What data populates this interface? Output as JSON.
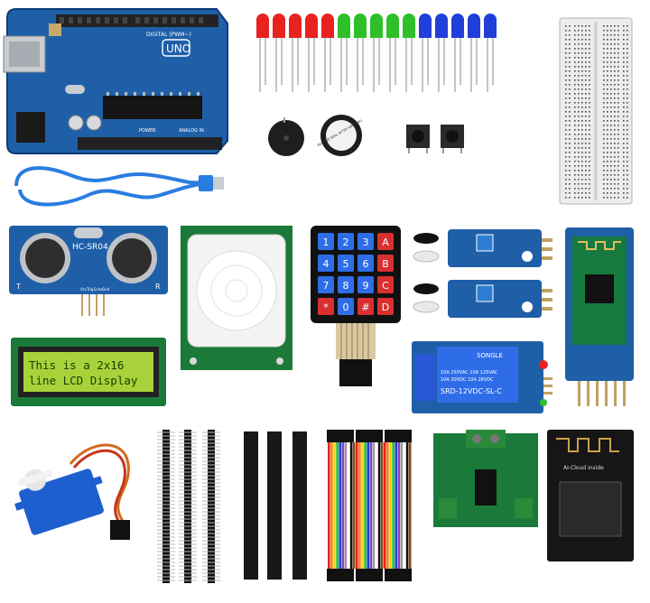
{
  "arduino": {
    "board_label": "UNO",
    "digital_label": "DIGITAL (PWM~)",
    "power_label": "POWER",
    "analog_label": "ANALOG IN"
  },
  "buzzer": {
    "print": "REMOVE SEAL AFTER WASHING"
  },
  "ultrasonic": {
    "model": "HC-SR04",
    "left_mark": "T",
    "right_mark": "R",
    "pins": [
      "Vcc",
      "Trig",
      "Echo",
      "Gnd"
    ]
  },
  "keypad": {
    "keys": [
      "1",
      "2",
      "3",
      "A",
      "4",
      "5",
      "6",
      "B",
      "7",
      "8",
      "9",
      "C",
      "*",
      "0",
      "#",
      "D"
    ]
  },
  "lcd": {
    "line1": "This is a 2x16",
    "line2": "line LCD Display"
  },
  "relay": {
    "brand": "SONGLE",
    "rating1": "10A 250VAC  10A 125VAC",
    "rating2": "10A 30VDC  10A 28VDC",
    "model": "SRD-12VDC-SL-C"
  },
  "wifi_module": {
    "label": "AI-Cloud inside"
  },
  "colors": {
    "pcb_blue": "#1f5fa8",
    "pcb_green": "#1b7a3a",
    "lcd_green": "#a8d23a",
    "led_red": "#e8231f",
    "led_green": "#2fbf2a",
    "led_blue": "#1f3fd8"
  }
}
